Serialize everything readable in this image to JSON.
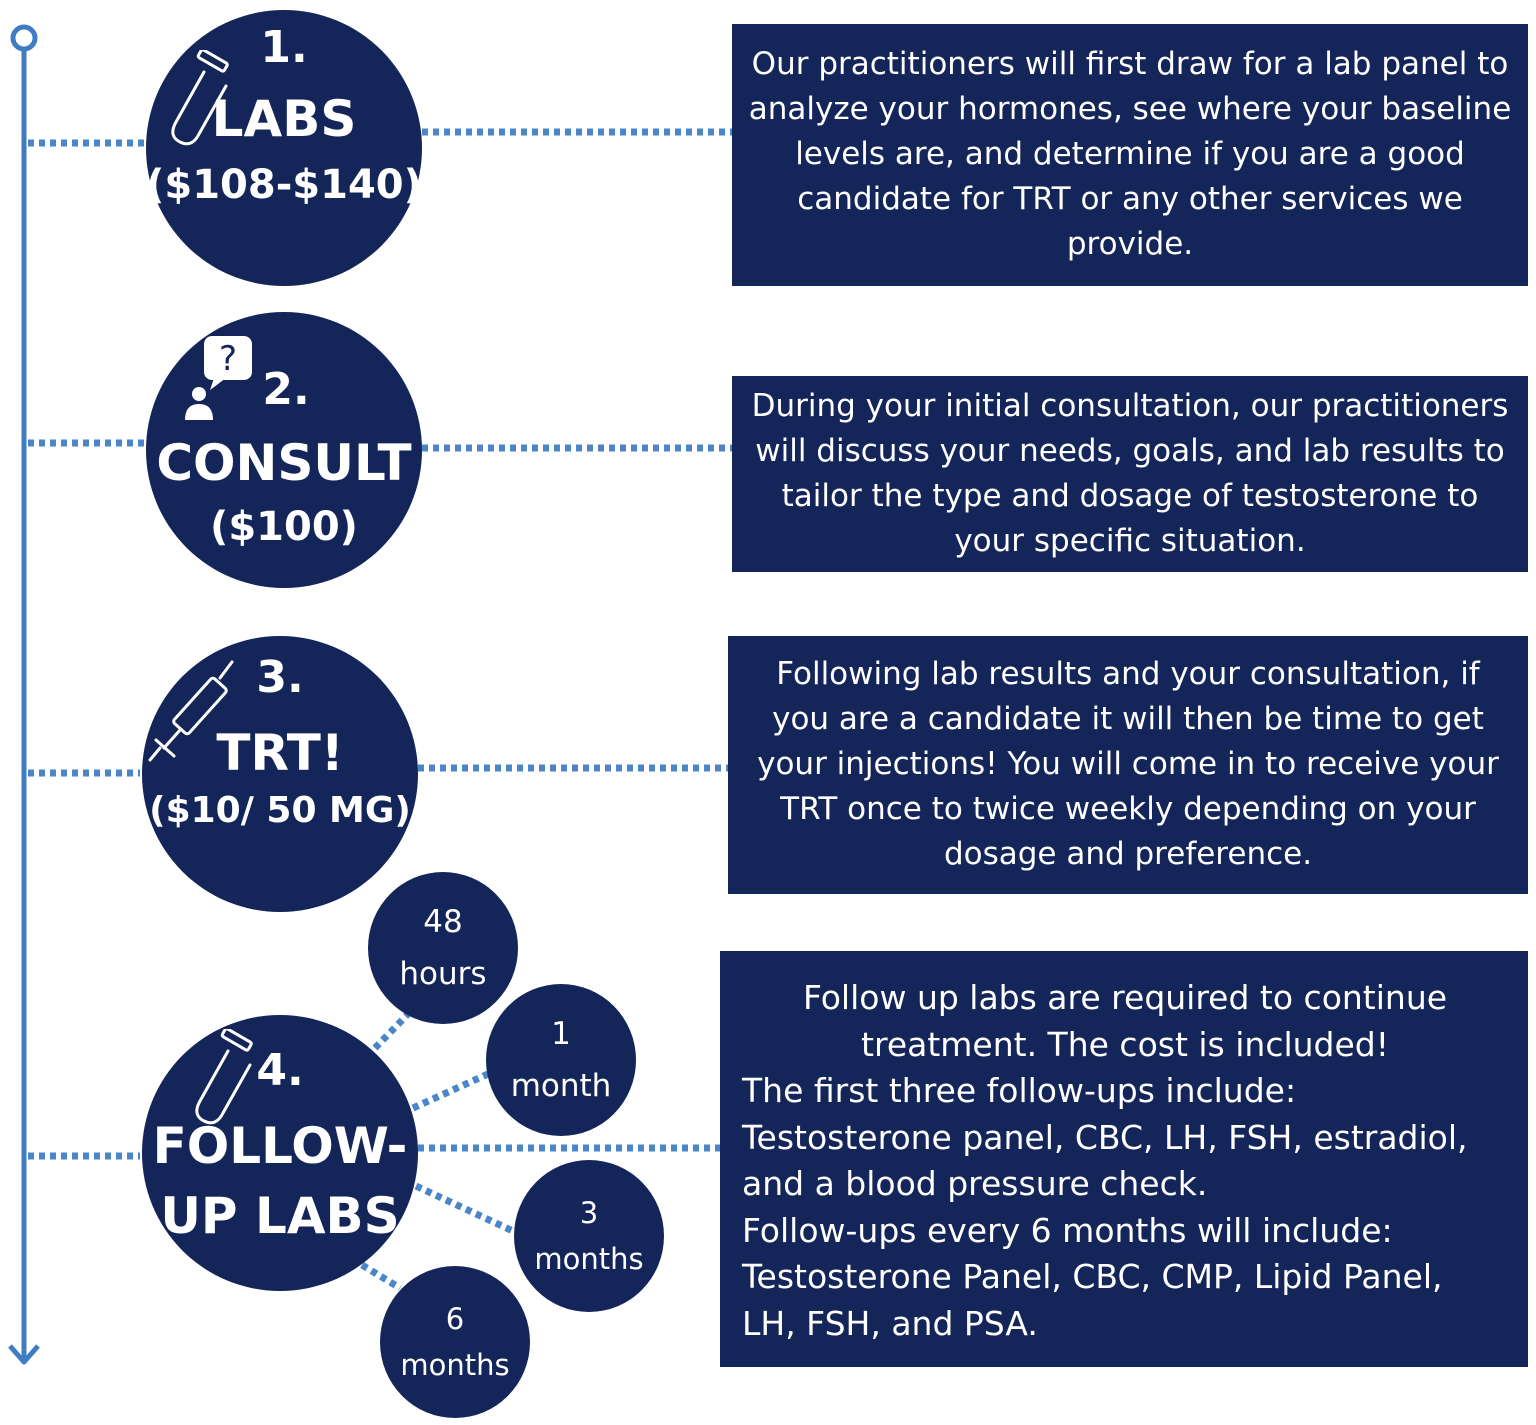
{
  "steps": [
    {
      "number": "1.",
      "title": "LABS",
      "price": "($108-$140)",
      "description": "Our practitioners will first draw for a lab panel to analyze your hormones, see where your baseline levels are, and determine if you are a good candidate for TRT or any other services we provide.",
      "icon": "test-tube-icon"
    },
    {
      "number": "2.",
      "title": "CONSULT",
      "price": "($100)",
      "description": "During your initial consultation, our practitioners will discuss your needs, goals, and lab results to tailor the type and dosage of testosterone to your specific situation.",
      "icon": "person-question-icon"
    },
    {
      "number": "3.",
      "title": "TRT!",
      "price": "($10/ 50 MG)",
      "description": "Following lab results and your consultation, if you are a candidate it will then be time to get your injections! You will come in to receive your TRT once to twice weekly depending on your dosage and preference.",
      "icon": "syringe-icon"
    },
    {
      "number": "4.",
      "title_line1": "FOLLOW-",
      "title_line2": "UP LABS",
      "description_lines": [
        "Follow up labs are required to continue",
        "treatment. The cost is included!",
        "The first three follow-ups include:",
        "Testosterone panel, CBC, LH, FSH, estradiol,",
        "and a blood pressure check.",
        "Follow-ups every 6 months will include:",
        "Testosterone Panel, CBC, CMP, Lipid Panel,",
        "LH, FSH, and PSA."
      ],
      "icon": "test-tube-icon"
    }
  ],
  "intervals": [
    {
      "value": "48",
      "unit": "hours"
    },
    {
      "value": "1",
      "unit": "month"
    },
    {
      "value": "3",
      "unit": "months"
    },
    {
      "value": "6",
      "unit": "months"
    }
  ],
  "colors": {
    "navy": "#142559",
    "line": "#3f7cc2",
    "dots": "#4a86c8"
  }
}
